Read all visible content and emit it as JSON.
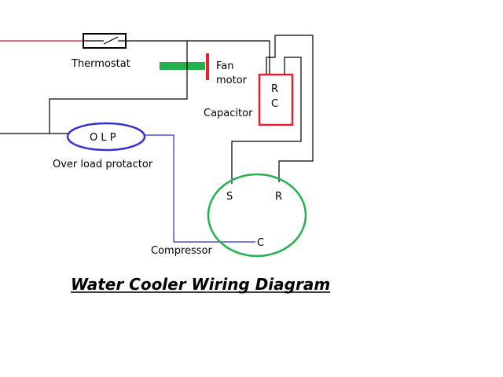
{
  "title": "Water Cooler Wiring Diagram",
  "components": {
    "thermostat": {
      "label": "Thermostat"
    },
    "fan_motor": {
      "label_line1": "Fan",
      "label_line2": "motor"
    },
    "capacitor": {
      "label": "Capacitor",
      "terminal_r": "R",
      "terminal_c": "C"
    },
    "olp": {
      "text": "O L P",
      "label": "Over load protactor"
    },
    "compressor": {
      "label": "Compressor",
      "terminal_s": "S",
      "terminal_r": "R",
      "terminal_c": "C"
    }
  },
  "colors": {
    "live_wire": "#e8102a",
    "neutral_wire": "#000000",
    "olp_wire": "#2b2bd1",
    "olp_outline": "#3333cc",
    "capacitor_outline": "#e81f2c",
    "fan_motor_bar": "#e81f2c",
    "fan_motor_shaft": "#22b14c",
    "compressor_outline": "#22b14c"
  }
}
